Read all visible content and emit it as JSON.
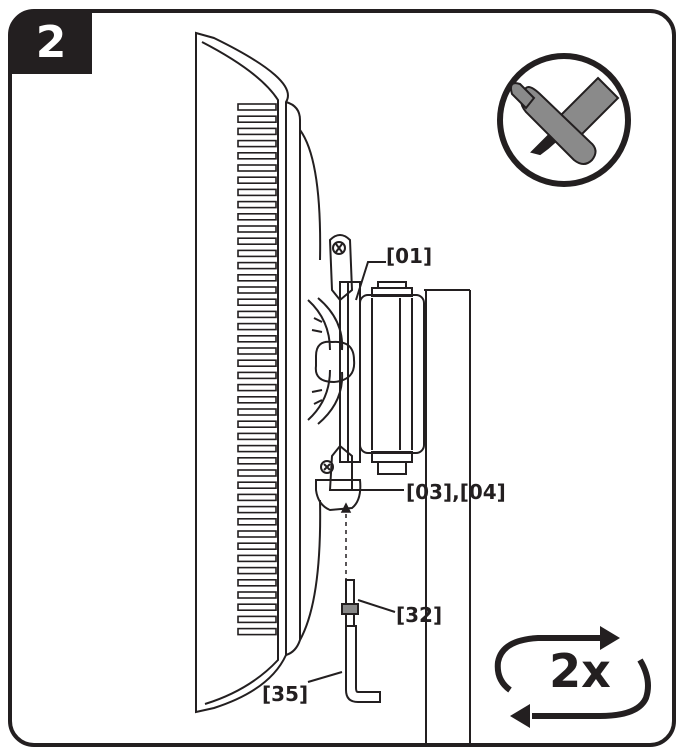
{
  "step": {
    "number": "2"
  },
  "icons": {
    "tools": "wrench-screwdriver-icon",
    "repeat": "repeat-arrows-icon"
  },
  "repeat": {
    "count": "2x"
  },
  "callouts": {
    "part_01": "[01]",
    "part_03_04": "[03],[04]",
    "part_32": "[32]",
    "part_35": "[35]"
  },
  "colors": {
    "ink": "#231f20",
    "tool_gray": "#8a8a8a",
    "paper": "#ffffff"
  }
}
